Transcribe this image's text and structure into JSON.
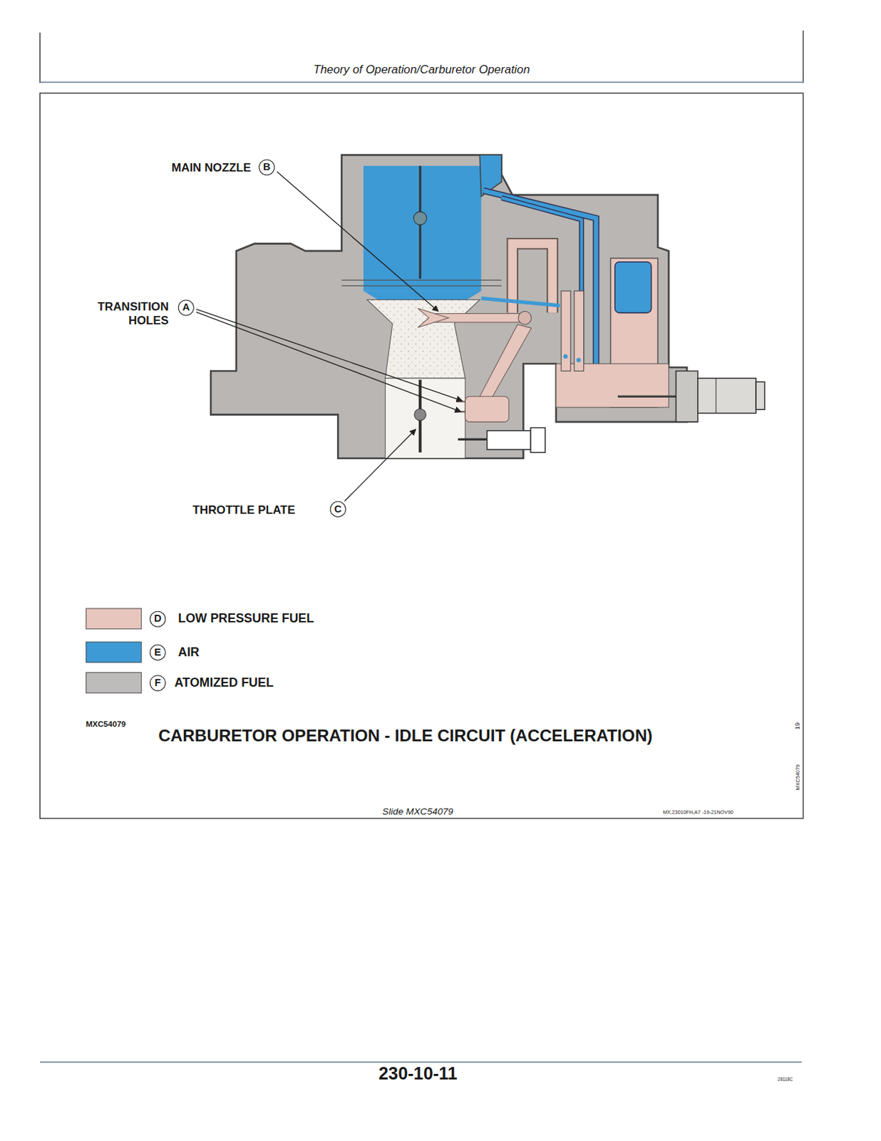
{
  "diagram": {
    "title": "Theory of Operation/Carburetor Operation",
    "caption": "CARBURETOR OPERATION - IDLE CIRCUIT (ACCELERATION)",
    "labels": [
      "MAIN NOZZLE",
      "B",
      "TRANSITION HOLES",
      "A",
      "THROTTLE PLATE",
      "C",
      "D",
      "E",
      "F",
      "MXC54079",
      "19",
      "MXC54079",
      "Slide MXC54079",
      "MX,23010FH,A7 -19-21NOV90",
      "230-10-11",
      "28118C"
    ],
    "legend": [
      {
        "text": "LOW PRESSURE FUEL",
        "color": "#e7c6bd"
      },
      {
        "text": "AIR",
        "color": "#3d9ad5"
      },
      {
        "text": "ATOMIZED FUEL",
        "color": "#bdbcbb"
      }
    ]
  }
}
